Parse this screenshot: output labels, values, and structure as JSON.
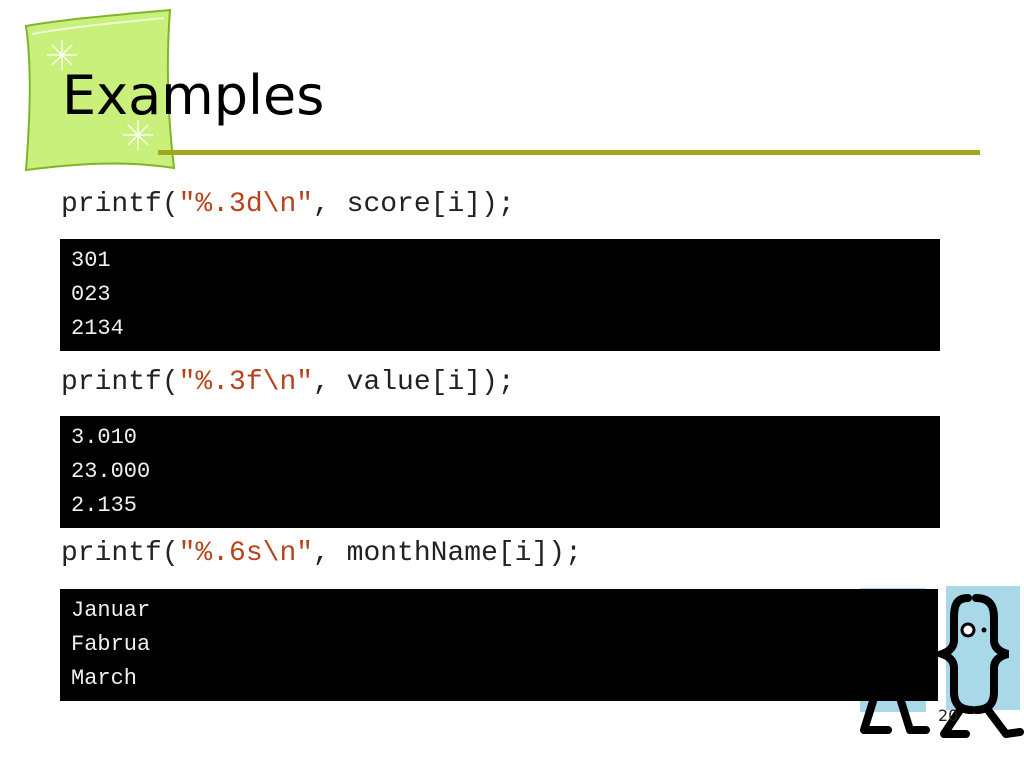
{
  "slide": {
    "title": "Examples",
    "page_number": "20"
  },
  "examples": [
    {
      "code": {
        "prefix": "printf(",
        "format": "\"%.3d\\n\"",
        "suffix": ", score[i]);"
      },
      "output": [
        "301",
        "023",
        "2134"
      ]
    },
    {
      "code": {
        "prefix": "printf(",
        "format": "\"%.3f\\n\"",
        "suffix": ", value[i]);"
      },
      "output": [
        "3.010",
        "23.000",
        "2.135"
      ]
    },
    {
      "code": {
        "prefix": "printf(",
        "format": "\"%.6s\\n\"",
        "suffix": ", monthName[i]);"
      },
      "output": [
        "Januar",
        "Fabrua",
        "March"
      ]
    }
  ],
  "colors": {
    "title_card": "#c9f07a",
    "title_rule": "#a5a61f",
    "string_literal": "#b8431b",
    "console_bg": "#000000",
    "console_text": "#f0f0f0",
    "mascot_bg": "#a9d8e8"
  },
  "icons": {
    "mascot": "curly-brace-character-icon"
  }
}
